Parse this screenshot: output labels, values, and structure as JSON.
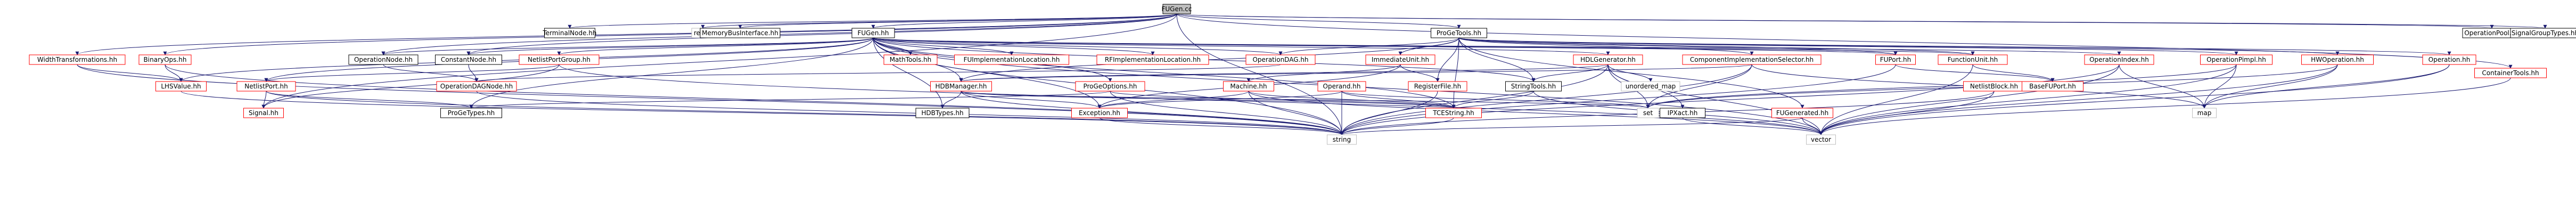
{
  "graph": {
    "root": "FUGen.cc",
    "nodes": {
      "fugen_cc": {
        "label": "FUGen.cc",
        "style": "root"
      },
      "regex": {
        "label": "regex",
        "style": "lib"
      },
      "terminalnode": {
        "label": "TerminalNode.hh",
        "style": "normal"
      },
      "memorybus": {
        "label": "MemoryBusInterface.hh",
        "style": "normal"
      },
      "fugen_hh": {
        "label": "FUGen.hh",
        "style": "normal"
      },
      "progetools": {
        "label": "ProGeTools.hh",
        "style": "normal"
      },
      "operationpool": {
        "label": "OperationPool.hh",
        "style": "normal"
      },
      "signalgrouptypes": {
        "label": "SignalGroupTypes.hh",
        "style": "normal"
      },
      "widthtrans": {
        "label": "WidthTransformations.hh",
        "style": "red"
      },
      "binaryops": {
        "label": "BinaryOps.hh",
        "style": "red"
      },
      "operationnode": {
        "label": "OperationNode.hh",
        "style": "normal"
      },
      "constantnode": {
        "label": "ConstantNode.hh",
        "style": "normal"
      },
      "netlistportgroup": {
        "label": "NetlistPortGroup.hh",
        "style": "red"
      },
      "mathtools": {
        "label": "MathTools.hh",
        "style": "red"
      },
      "fuimpllocation": {
        "label": "FUImplementationLocation.hh",
        "style": "red"
      },
      "rfimpllocation": {
        "label": "RFImplementationLocation.hh",
        "style": "red"
      },
      "operationdag": {
        "label": "OperationDAG.hh",
        "style": "red"
      },
      "immediateunit": {
        "label": "ImmediateUnit.hh",
        "style": "red"
      },
      "hdlgenerator": {
        "label": "HDLGenerator.hh",
        "style": "red"
      },
      "componentimplsel": {
        "label": "ComponentImplementationSelector.hh",
        "style": "red"
      },
      "fuport": {
        "label": "FUPort.hh",
        "style": "red"
      },
      "functionunit": {
        "label": "FunctionUnit.hh",
        "style": "red"
      },
      "operationindex": {
        "label": "OperationIndex.hh",
        "style": "red"
      },
      "operationpimpl": {
        "label": "OperationPimpl.hh",
        "style": "red"
      },
      "hwoperation": {
        "label": "HWOperation.hh",
        "style": "red"
      },
      "operation": {
        "label": "Operation.hh",
        "style": "red"
      },
      "lhsvalue": {
        "label": "LHSValue.hh",
        "style": "red"
      },
      "netlistport": {
        "label": "NetlistPort.hh",
        "style": "red"
      },
      "operationdagnode": {
        "label": "OperationDAGNode.hh",
        "style": "red"
      },
      "hdbmanager": {
        "label": "HDBManager.hh",
        "style": "red"
      },
      "progeoptions": {
        "label": "ProGeOptions.hh",
        "style": "red"
      },
      "machine": {
        "label": "Machine.hh",
        "style": "red"
      },
      "operand": {
        "label": "Operand.hh",
        "style": "red"
      },
      "registerfile": {
        "label": "RegisterFile.hh",
        "style": "red"
      },
      "stringtools": {
        "label": "StringTools.hh",
        "style": "normal"
      },
      "unordered_map": {
        "label": "unordered_map",
        "style": "lib"
      },
      "netlistblock": {
        "label": "NetlistBlock.hh",
        "style": "red"
      },
      "baseport": {
        "label": "BaseFUPort.hh",
        "style": "red"
      },
      "signal": {
        "label": "Signal.hh",
        "style": "red"
      },
      "progetypes": {
        "label": "ProGeTypes.hh",
        "style": "normal"
      },
      "hdbtypes": {
        "label": "HDBTypes.hh",
        "style": "normal"
      },
      "exception": {
        "label": "Exception.hh",
        "style": "red"
      },
      "tcestring": {
        "label": "TCEString.hh",
        "style": "red"
      },
      "set": {
        "label": "set",
        "style": "lib"
      },
      "ipxact": {
        "label": "IPXact.hh",
        "style": "normal"
      },
      "fugenerated": {
        "label": "FUGenerated.hh",
        "style": "red"
      },
      "map": {
        "label": "map",
        "style": "lib"
      },
      "containertools": {
        "label": "ContainerTools.hh",
        "style": "red"
      },
      "string": {
        "label": "string",
        "style": "lib"
      },
      "vector": {
        "label": "vector",
        "style": "lib"
      }
    },
    "colors": {
      "edge": "#191970",
      "red_border": "#ff0000",
      "normal_border": "#000000",
      "lib_border": "#bfbfbf",
      "lib_text": "#000000",
      "root_fill": "#bfbfbf"
    }
  }
}
